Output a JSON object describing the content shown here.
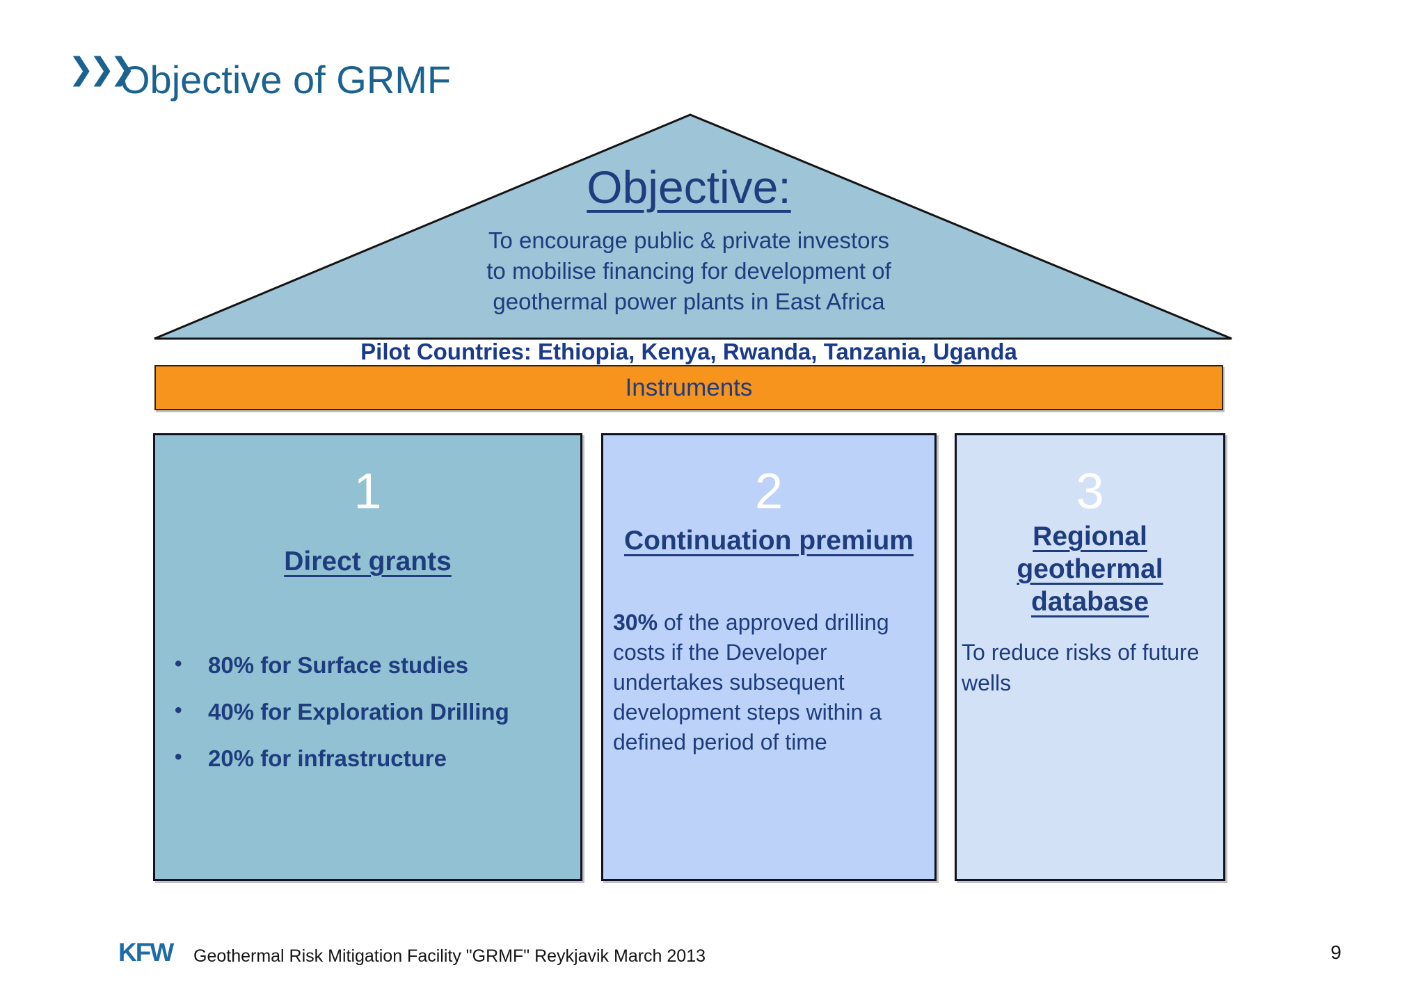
{
  "slide": {
    "header": {
      "chevrons": "❯❯❯",
      "title": "Objective of GRMF"
    },
    "roof": {
      "heading": "Objective:",
      "line1": "To encourage public & private investors",
      "line2": "to mobilise financing for development of",
      "line3": "geothermal power plants in East Africa"
    },
    "pilot": "Pilot Countries: Ethiopia, Kenya, Rwanda, Tanzania, Uganda",
    "instruments": "Instruments",
    "col1": {
      "number": "1",
      "heading": "Direct grants",
      "bullet1": "80% for Surface studies",
      "bullet2": "40% for Exploration Drilling",
      "bullet3": "20% for infrastructure"
    },
    "col2": {
      "number": "2",
      "heading": "Continuation premium",
      "lead": "30%",
      "line1rest": " of the approved drilling",
      "line2": "costs if the Developer",
      "line3": "undertakes subsequent",
      "line4": "development steps within a",
      "line5": "defined period of time"
    },
    "col3": {
      "number": "3",
      "heading_line1": "Regional geothermal",
      "heading_line2": "database",
      "line1": "To reduce risks of future",
      "line2": "wells"
    },
    "footer": {
      "logo": "KFW",
      "caption": "Geothermal Risk Mitigation Facility \"GRMF\" Reykjavik March 2013",
      "page": "9"
    }
  },
  "colors": {
    "title_blue": "#1A628F",
    "navy": "#1E3C7E",
    "pilot_navy": "#1A3A8C",
    "triangle_fill": "#9EC4D7",
    "triangle_stroke": "#141414",
    "col1_bg": "#92C1D3",
    "col2_bg": "#BDD2F8",
    "col3_bg": "#D3E1F7",
    "orange": "#F7941D",
    "kfw_blue": "#1E6CA6"
  }
}
